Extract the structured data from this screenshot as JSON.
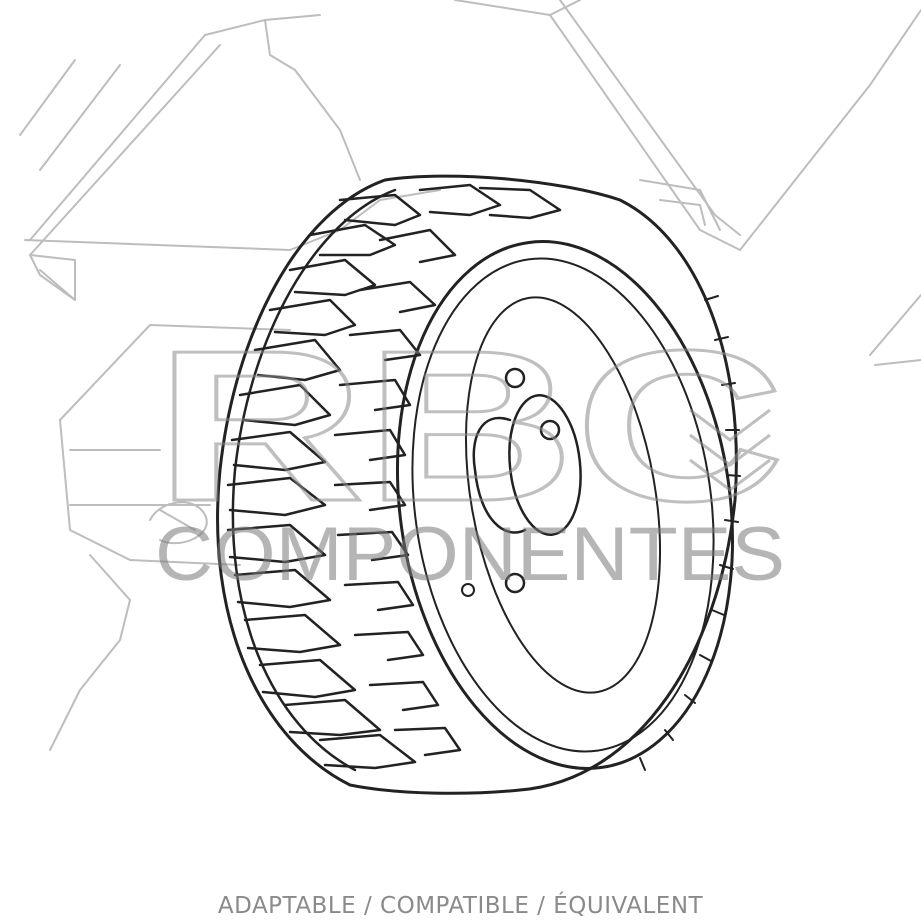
{
  "watermark": {
    "logo_letters": "RBC",
    "brand_word": "COMPONENTES"
  },
  "caption": "ADAPTABLE / COMPATIBLE / ÉQUIVALENT",
  "colors": {
    "background": "#ffffff",
    "tire_line": "#222222",
    "machine_line": "#b9b9b9",
    "watermark": "#9a9a9a",
    "caption": "#8a8a8a"
  }
}
